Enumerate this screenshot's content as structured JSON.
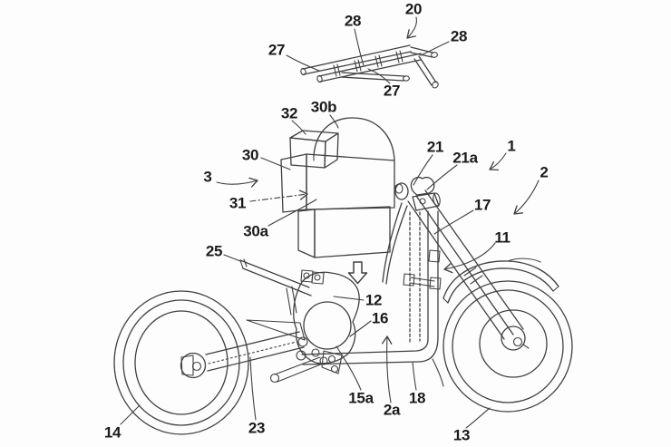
{
  "figure_labels": {
    "p1": "1",
    "p2": "2",
    "p2a": "2a",
    "p3": "3",
    "p11": "11",
    "p12": "12",
    "p13": "13",
    "p14": "14",
    "p15a": "15a",
    "p16": "16",
    "p17": "17",
    "p18": "18",
    "p20": "20",
    "p21": "21",
    "p21a": "21a",
    "p23": "23",
    "p25": "25",
    "p27a": "27",
    "p27b": "27",
    "p28a": "28",
    "p28b": "28",
    "p30": "30",
    "p30a": "30a",
    "p30b": "30b",
    "p31": "31",
    "p32": "32"
  },
  "colors": {
    "background": "#fdfdfd",
    "line": "#404040",
    "label": "#1b1b1b"
  }
}
